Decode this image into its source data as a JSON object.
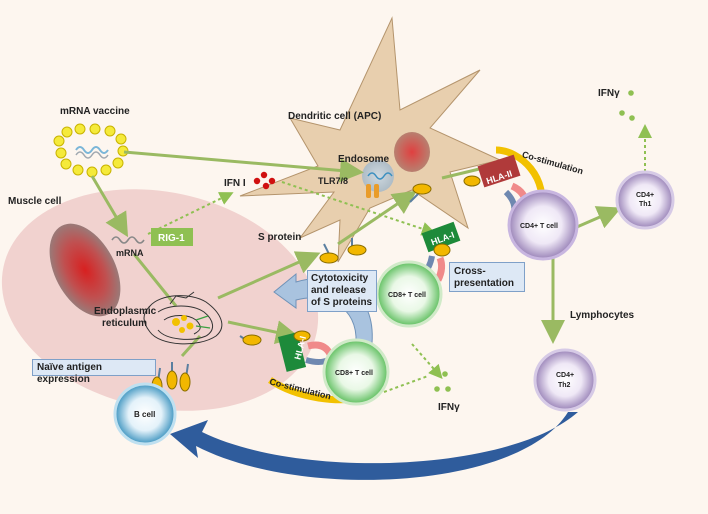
{
  "labels": {
    "mrna_vaccine": "mRNA vaccine",
    "dendritic_cell": "Dendritic cell (APC)",
    "endosome": "Endosome",
    "tlr": "TLR7/8",
    "ifn_i": "IFN I",
    "ifng_top": "IFNγ",
    "ifng_bottom": "IFNγ",
    "muscle_cell": "Muscle cell",
    "rig1": "RIG-1",
    "mrna": "mRNA",
    "s_protein": "S protein",
    "er": [
      "Endoplasmic",
      "reticulum"
    ],
    "cytotox": [
      "Cytotoxicity",
      "and release",
      "of S proteins"
    ],
    "cross": [
      "Cross-",
      "presentation"
    ],
    "naive": "Naïve antigen expression",
    "hla_i_top": "HLA-I",
    "hla_i_bottom": "HLA-I",
    "hla_ii": "HLA-II",
    "costim_top": "Co-stimulation",
    "costim_bottom": "Co-stimulation",
    "cd4_t": "CD4+ T cell",
    "cd8_t_right": "CD8+ T cell",
    "cd8_t_left": "CD8+ T cell",
    "cd4_th1": [
      "CD4+",
      "Th1"
    ],
    "cd4_th2": [
      "CD4+",
      "Th2"
    ],
    "b_cell": "B cell",
    "lymphocytes": "Lymphocytes"
  },
  "colors": {
    "background": "#fdf6ef",
    "dendritic": "#e8cfae",
    "muscle": "#f1d2cf",
    "arrow_green": "#9aba62",
    "arrow_dashed": "#8fc052",
    "hla_i": "#1d8a3a",
    "hla_ii": "#b03a3a",
    "costim": "#f2c100",
    "tcell_green": "#5fbf5f",
    "tcell_purple": "#b7a2cc",
    "bcell": "#58a8cc",
    "big_arrow": "#2f5c9c",
    "ifn_red": "#d01010",
    "box_fill": "#dde8f5"
  }
}
